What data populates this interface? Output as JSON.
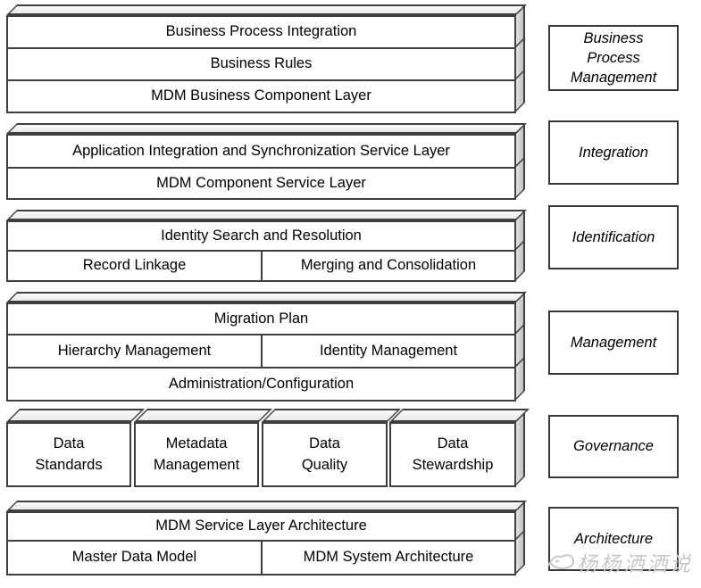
{
  "stack": {
    "groups": [
      {
        "rows": [
          {
            "cells": [
              "Business Process Integration"
            ]
          },
          {
            "cells": [
              "Business Rules"
            ]
          },
          {
            "cells": [
              "MDM Business Component Layer"
            ]
          }
        ]
      },
      {
        "rows": [
          {
            "cells": [
              "Application Integration and Synchronization Service Layer"
            ]
          },
          {
            "cells": [
              "MDM Component Service Layer"
            ]
          }
        ]
      },
      {
        "rows": [
          {
            "cells": [
              "Identity Search and Resolution"
            ]
          },
          {
            "cells": [
              "Record Linkage",
              "Merging and Consolidation"
            ]
          }
        ]
      },
      {
        "rows": [
          {
            "cells": [
              "Migration Plan"
            ]
          },
          {
            "cells": [
              "Hierarchy Management",
              "Identity Management"
            ]
          },
          {
            "cells": [
              "Administration/Configuration"
            ]
          }
        ]
      },
      {
        "rows": [
          {
            "cells": [
              "Data\nStandards",
              "Metadata\nManagement",
              "Data\nQuality",
              "Data\nStewardship"
            ]
          }
        ]
      },
      {
        "rows": [
          {
            "cells": [
              "MDM Service Layer Architecture"
            ]
          },
          {
            "cells": [
              "Master Data Model",
              "MDM System Architecture"
            ]
          }
        ]
      }
    ]
  },
  "side_labels": [
    "Business\nProcess\nManagement",
    "Integration",
    "Identification",
    "Management",
    "Governance",
    "Architecture"
  ],
  "watermark": {
    "text": "杨杨洒洒说"
  },
  "colors": {
    "line": "#3f3f3f",
    "face_top": "#efefef",
    "face_side": "#cfcfcf",
    "text": "#000000",
    "watermark_gray": "#c9c9c9",
    "background": "#ffffff"
  }
}
